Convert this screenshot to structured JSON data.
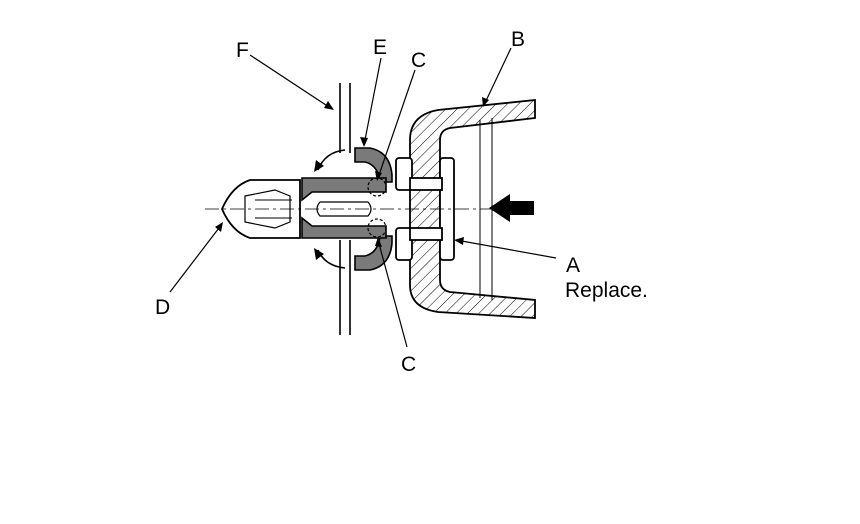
{
  "labels": {
    "a": "A",
    "a_note": "Replace.",
    "b": "B",
    "c_top": "C",
    "c_bottom": "C",
    "d": "D",
    "e": "E",
    "f": "F"
  },
  "colors": {
    "line": "#000000",
    "hatch": "#000000",
    "seal_fill": "#7a7a7a",
    "background": "#ffffff"
  },
  "icons": {
    "push_direction": "arrow-left-icon",
    "rotation": "curved-arrow-icon"
  }
}
